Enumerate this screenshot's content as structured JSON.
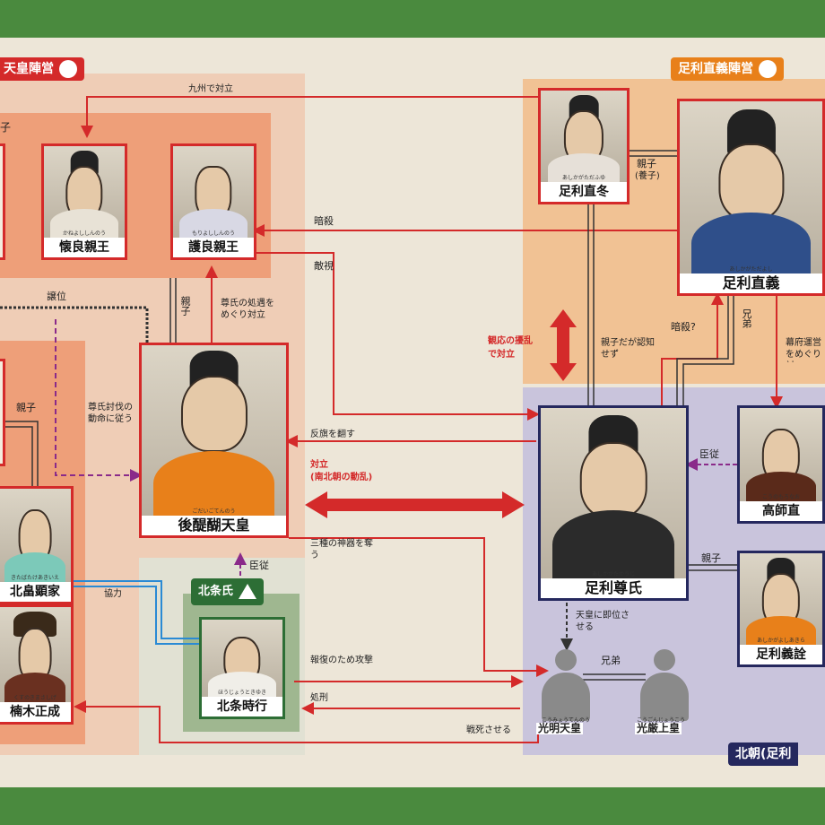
{
  "camps": {
    "imperial": {
      "label": "天皇陣営"
    },
    "tadayoshi": {
      "label": "足利直義陣営"
    },
    "hojo": {
      "label": "北条氏"
    },
    "northern": {
      "label": "北朝(足利"
    },
    "fragment": {
      "label": "子"
    }
  },
  "people": {
    "kaneyoshi": {
      "name": "懐良親王",
      "ruby": "かねよししんのう"
    },
    "moriyoshi": {
      "name": "護良親王",
      "ruby": "もりよししんのう"
    },
    "godaigo": {
      "name": "後醍醐天皇",
      "ruby": "ごだいごてんのう"
    },
    "akiie": {
      "name": "北畠顕家",
      "ruby": "きたばたけあきいえ"
    },
    "masashige": {
      "name": "楠木正成",
      "ruby": "くすのきまさしげ"
    },
    "tokiyuki": {
      "name": "北条時行",
      "ruby": "ほうじょうときゆき"
    },
    "tadafuyu": {
      "name": "足利直冬",
      "ruby": "あしかがただふゆ"
    },
    "tadayoshi": {
      "name": "足利直義",
      "ruby": "あしかがただよし"
    },
    "takauji": {
      "name": "足利尊氏",
      "ruby": "あしかがたかうじ"
    },
    "moronao": {
      "name": "高師直",
      "ruby": "こうのもろなお"
    },
    "yoshiakira": {
      "name": "足利義詮",
      "ruby": "あしかがよしあきら"
    },
    "komyo": {
      "name": "光明天皇",
      "ruby": "こうみょうてんのう"
    },
    "kogon": {
      "name": "光厳上皇",
      "ruby": "こうごんじょうこう"
    }
  },
  "relations": {
    "kyushu": "九州で対立",
    "ansatsu": "暗殺",
    "tekishi": "敵視",
    "joi": "譲位",
    "oyako_left": "親子",
    "oyako_mid": "親子",
    "takauji_shogu": "尊氏の処遇をめぐり対立",
    "tobatsu": "尊氏討伐の動命に従う",
    "hanki": "反旗を翻す",
    "nanboku1": "対立",
    "nanboku2": "(南北朝の動乱)",
    "sanshu": "三種の神器を奪う",
    "kyoryoku": "協力",
    "shinju": "臣従",
    "hofuku": "報復のため攻撃",
    "shokei": "処刑",
    "senshi": "戦死させる",
    "oyako_yoshi1": "親子",
    "oyako_yoshi2": "(養子)",
    "kanno1": "観応の擾乱",
    "kanno2": "で対立",
    "ninchi": "親子だが認知せず",
    "ansatsu_q": "暗殺?",
    "kyodai": "兄弟",
    "bakufu": "幕府運営をめぐり対",
    "shinju2": "臣従",
    "oyako_r": "親子",
    "sokui": "天皇に即位させる",
    "kyodai2": "兄弟"
  },
  "colors": {
    "red": "#d42a2a",
    "navy": "#25285e",
    "green": "#2d6e35",
    "orange": "#e8801a",
    "purple": "#8a2a8a",
    "blue": "#2a8ad4"
  }
}
